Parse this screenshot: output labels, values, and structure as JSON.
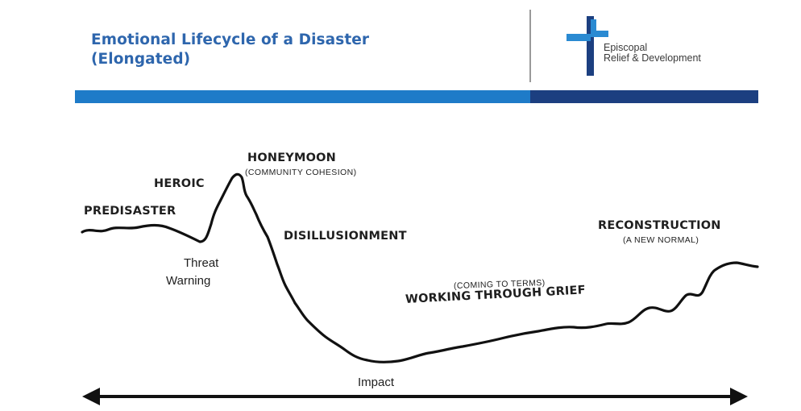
{
  "header": {
    "title_line1": "Emotional Lifecycle of a Disaster",
    "title_line2": "(Elongated)",
    "logo_icon": "cross-logo-icon",
    "logo_line1": "Episcopal",
    "logo_line2": "Relief & Development"
  },
  "colors": {
    "title": "#2e66ad",
    "bar_light": "#1e7bc8",
    "bar_dark": "#1c3f80",
    "cross_dark": "#1c3f80",
    "cross_light": "#2a8ad2",
    "curve": "#111111"
  },
  "phases": {
    "predisaster": "PREDISASTER",
    "heroic": "HEROIC",
    "honeymoon": "HONEYMOON",
    "honeymoon_sub": "(COMMUNITY COHESION)",
    "disillusionment": "DISILLUSIONMENT",
    "grief_sub": "(COMING TO TERMS)",
    "grief": "WORKING THROUGH GRIEF",
    "reconstruction": "RECONSTRUCTION",
    "reconstruction_sub": "(A NEW NORMAL)"
  },
  "events": {
    "threat_line1": "Threat",
    "threat_line2": "Warning",
    "impact": "Impact"
  }
}
